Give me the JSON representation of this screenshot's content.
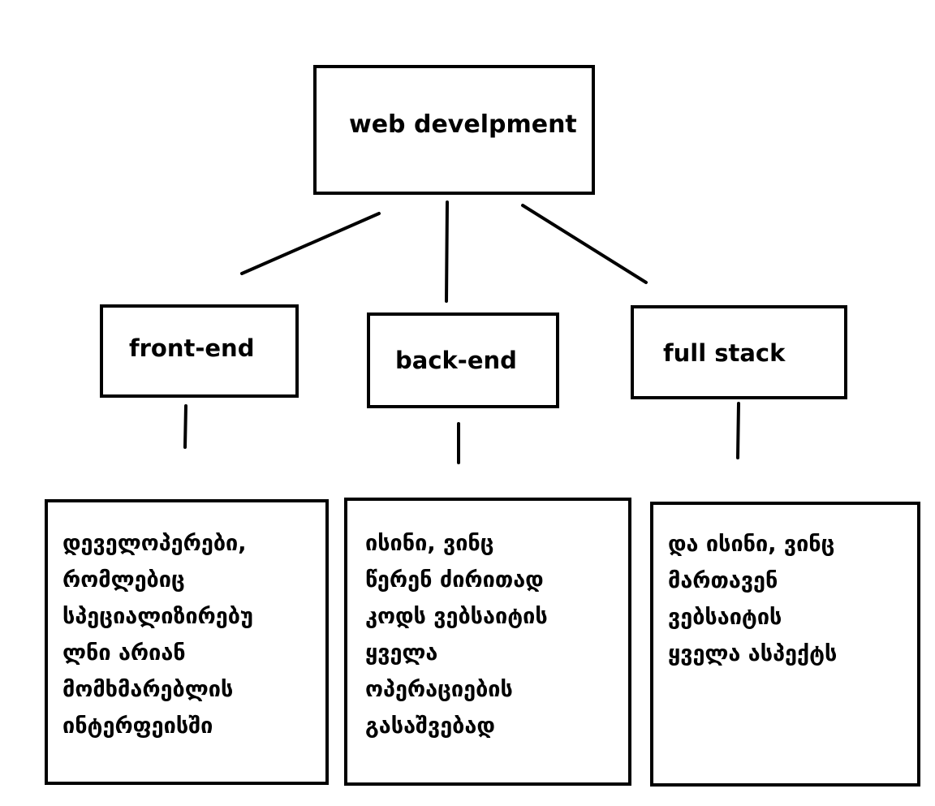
{
  "root": {
    "label": "web develpment"
  },
  "categories": [
    {
      "label": "front-end"
    },
    {
      "label": "back-end"
    },
    {
      "label": "full stack"
    }
  ],
  "descriptions": [
    {
      "text": "დეველოპერები,\nრომლებიც\nსპეციალიზირებუ\nლნი არიან\nმომხმარებლის\nინტერფეისში"
    },
    {
      "text": "ისინი, ვინც\nწერენ ძირითად\nკოდს ვებსაიტის\nყველა\nოპერაციების\nგასაშვებად"
    },
    {
      "text": "და ისინი, ვინც\nმართავენ\nვებსაიტის\nყველა ასპექტს"
    }
  ],
  "colors": {
    "stroke": "#000000",
    "background": "#ffffff"
  }
}
